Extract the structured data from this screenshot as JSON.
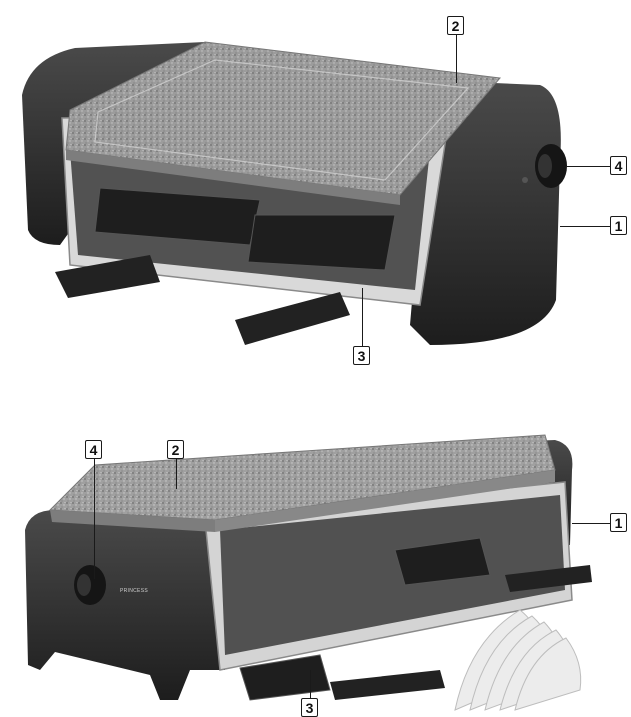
{
  "figure_top": {
    "callouts": [
      "1",
      "2",
      "3",
      "4"
    ]
  },
  "figure_bottom": {
    "callouts": [
      "1",
      "2",
      "3",
      "4"
    ],
    "brand_mark": "PRINCESS"
  },
  "colors": {
    "body": "#2b2b2b",
    "stone": "#9a9a9a",
    "metal": "#c9c9c9",
    "pan": "#1e1e1e",
    "spatula": "#e9e9e9"
  }
}
